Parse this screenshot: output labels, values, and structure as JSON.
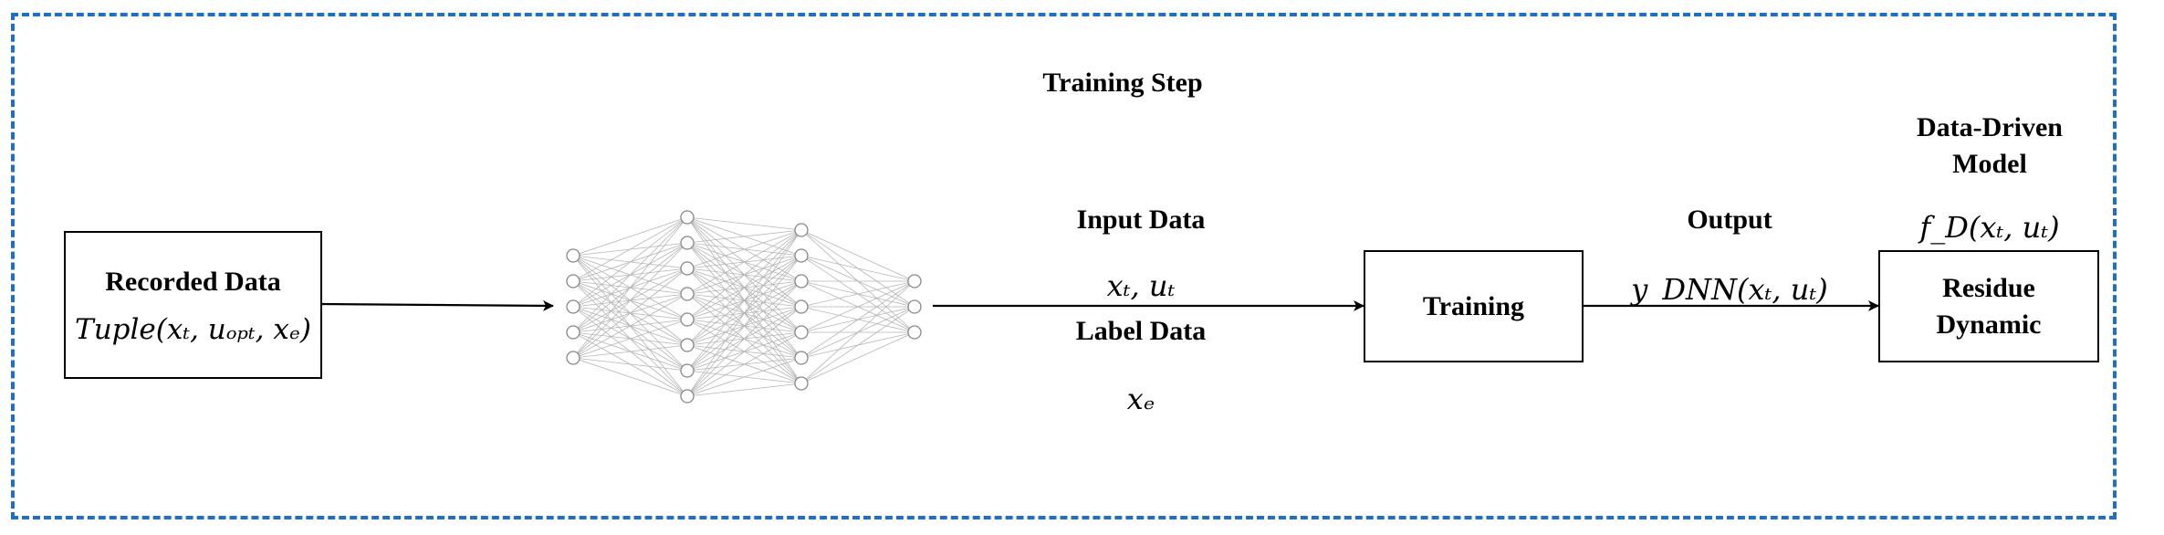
{
  "title": "Training Step",
  "recorded_box": {
    "title": "Recorded Data",
    "formula": "Tuple(xₜ, uₒₚₜ, xₑ)"
  },
  "input_label": "Input Data",
  "input_formula": "xₜ, uₜ",
  "label_label": "Label Data",
  "label_formula": "xₑ",
  "training_box": {
    "title": "Training"
  },
  "output_label": "Output",
  "output_formula": "y_DNN(xₜ, uₜ)",
  "model_label": {
    "line1": "Data-Driven",
    "line2": "Model"
  },
  "model_formula": "f_D(xₜ, uₜ)",
  "residue_box": {
    "line1": "Residue",
    "line2": "Dynamic"
  },
  "neural_net": {
    "layer_sizes": [
      5,
      8,
      7,
      3
    ]
  },
  "colors": {
    "frame": "#1f6fc9",
    "node_stroke": "#888888",
    "edge": "#b5b5b5"
  }
}
